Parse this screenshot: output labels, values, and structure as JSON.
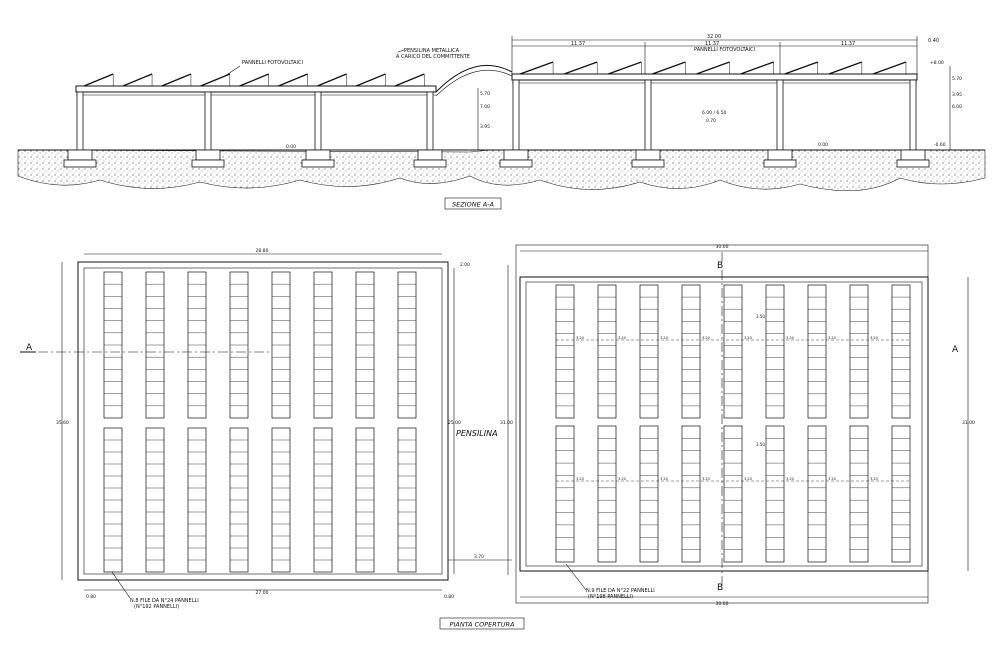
{
  "section": {
    "title": "SEZIONE A-A",
    "left_note": "PANNELLI FOTOVOLTAICI",
    "right_note": "PANNELLI FOTOVOLTAICI",
    "canopy_note_1": "PENSILINA METALLICA",
    "canopy_note_2": "A CARICO DEL COMMITTENTE",
    "top_total": "32.00",
    "dim_a": "11.37",
    "dim_b": "11.37",
    "dim_c": "11.37",
    "top_end": "0.40",
    "h_left_1": "7.00",
    "h_left_2": "5.70",
    "h_left_3": "3.95",
    "h_right_1": "5.70",
    "h_right_2": "3.95",
    "h_right_3": "6.00",
    "h_right_top": "+8.00",
    "h_center_1": "6.00 / 6.50",
    "h_center_2": "0.70",
    "ground_left": "0.00",
    "ground_right": "0.00",
    "ground_far": "-0.60"
  },
  "plan": {
    "title": "PIANTA COPERTURA",
    "left_top_dim": "28.80",
    "left_side_dim": "35.60",
    "left_side_dim_2": "25.00",
    "left_bottom_dim": "27.00",
    "left_bottom_a": "0.80",
    "left_bottom_b": "0.80",
    "left_corner": "2.00",
    "right_top_dim": "30.00",
    "right_bottom_dim": "30.00",
    "right_side_left": "31.00",
    "right_side_right": "31.00",
    "gap_dim": "3.70",
    "pensilina": "PENSILINA",
    "left_note_1": "N.8 FILE DA N°24 PANNELLI",
    "left_note_2": "(N°192 PANNELLI)",
    "right_note_1": "N.9 FILE DA N°22 PANNELLI",
    "right_note_2": "(N°198 PANNELLI)",
    "spacing_label": "3.20",
    "spacing_v": "3.50",
    "spacing_v2": "3.50",
    "mark_a_left": "A",
    "mark_a_right": "A",
    "mark_b_top": "B",
    "mark_b_bottom": "B"
  }
}
